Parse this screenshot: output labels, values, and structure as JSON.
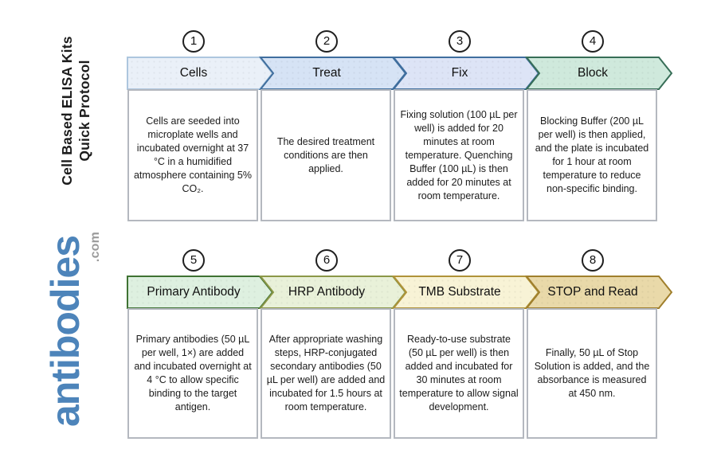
{
  "page": {
    "title_line1": "Cell Based ELISA Kits",
    "title_line2": "Quick Protocol",
    "brand": {
      "name": "antibodies",
      "tld": ".com",
      "color": "#4d84ba",
      "tld_color": "#9b9b9b"
    }
  },
  "steps": [
    {
      "number": "1",
      "label": "Cells",
      "fill": "#eaf0f8",
      "stroke": "#adc6de",
      "description": "Cells are seeded into microplate wells and incubated overnight at 37 °C in a humidified atmosphere containing 5% CO₂."
    },
    {
      "number": "2",
      "label": "Treat",
      "fill": "#d6e3f5",
      "stroke": "#3f6e9e",
      "description": "The desired treatment conditions are then applied."
    },
    {
      "number": "3",
      "label": "Fix",
      "fill": "#dde4f6",
      "stroke": "#3f6e9e",
      "description": "Fixing solution (100 µL per well) is added for 20 minutes at room temperature. Quenching Buffer (100 µL) is then added for 20 minutes at room temperature."
    },
    {
      "number": "4",
      "label": "Block",
      "fill": "#cfe9dc",
      "stroke": "#376e57",
      "description": "Blocking Buffer (200 µL per well) is then applied, and the plate is incubated for 1 hour at room temperature to reduce non-specific binding."
    },
    {
      "number": "5",
      "label": "Primary Antibody",
      "fill": "#def0e0",
      "stroke": "#3f7233",
      "description": "Primary antibodies (50 µL per well, 1×) are added and incubated overnight at 4 °C to allow specific binding to the target antigen."
    },
    {
      "number": "6",
      "label": "HRP Antibody",
      "fill": "#e9f1d9",
      "stroke": "#8b9747",
      "description": "After appropriate washing steps, HRP-conjugated secondary antibodies (50 µL per well) are added and incubated for 1.5 hours at room temperature."
    },
    {
      "number": "7",
      "label": "TMB Substrate",
      "fill": "#f8f3d6",
      "stroke": "#b09339",
      "description": "Ready-to-use substrate (50 µL per well) is then added and incubated for 30 minutes at room temperature to allow signal development."
    },
    {
      "number": "8",
      "label": "STOP and Read",
      "fill": "#e9d9a9",
      "stroke": "#a07f2c",
      "description": "Finally, 50 µL of Stop Solution is added, and the absorbance is measured at 450 nm."
    }
  ]
}
